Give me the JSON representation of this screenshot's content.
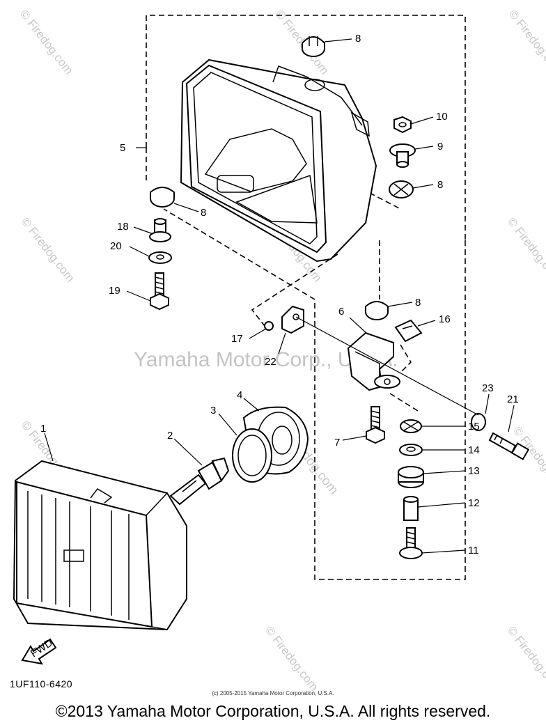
{
  "diagram": {
    "part_code": "1UF110-6420",
    "source_note": "(c) 2005-2015 Yamaha Motor Corporation, U.S.A.",
    "copyright": "©2013 Yamaha Motor Corporation, U.S.A. All rights reserved.",
    "watermark_center": "Yamaha Motor Corp., U.S.A.",
    "watermark_site": "© Firedog.com",
    "watermark_diagonal": "Firedog.com",
    "fwd_label": "FWD",
    "callouts": [
      "1",
      "2",
      "3",
      "4",
      "5",
      "6",
      "7",
      "8",
      "8",
      "8",
      "8",
      "9",
      "10",
      "11",
      "12",
      "13",
      "14",
      "15",
      "16",
      "17",
      "18",
      "19",
      "20",
      "21",
      "22",
      "23"
    ]
  }
}
